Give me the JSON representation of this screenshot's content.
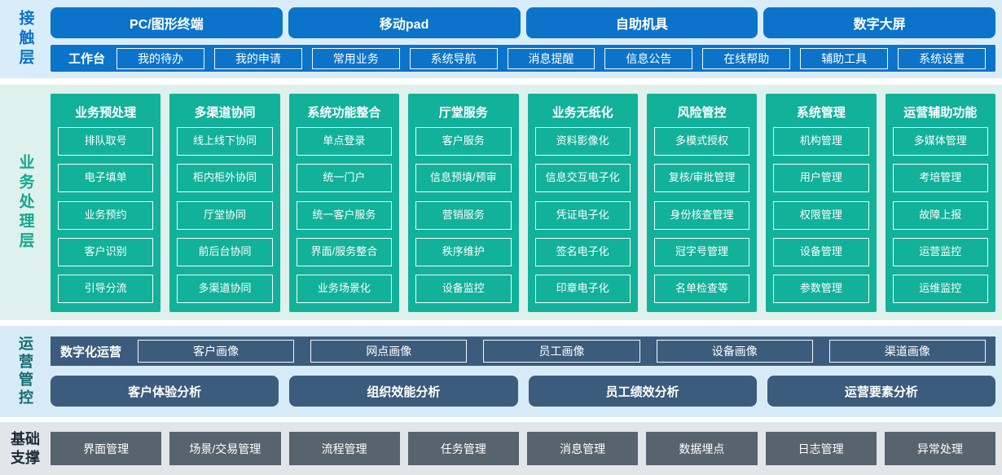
{
  "colors": {
    "accent_blue": "#0b74ca",
    "contact_bg": "#d9ecf9",
    "teal": "#12b199",
    "business_bg": "#def1ec",
    "slate_blue": "#3c5c7e",
    "operations_bg": "#d7ebf7",
    "slate_gray": "#57636e",
    "foundation_bg": "#e3e6e9"
  },
  "contact_layer": {
    "label": "接触层",
    "terminals": [
      "PC/图形终端",
      "移动pad",
      "自助机具",
      "数字大屏"
    ],
    "workbench": {
      "label": "工作台",
      "items": [
        "我的待办",
        "我的申请",
        "常用业务",
        "系统导航",
        "消息提醒",
        "信息公告",
        "在线帮助",
        "辅助工具",
        "系统设置"
      ]
    }
  },
  "business_layer": {
    "label": "业务处理层",
    "columns": [
      {
        "title": "业务预处理",
        "items": [
          "排队取号",
          "电子填单",
          "业务预约",
          "客户识别",
          "引导分流"
        ]
      },
      {
        "title": "多渠道协同",
        "items": [
          "线上线下协同",
          "柜内柜外协同",
          "厅堂协同",
          "前后台协同",
          "多渠道协同"
        ]
      },
      {
        "title": "系统功能整合",
        "items": [
          "单点登录",
          "统一门户",
          "统一客户服务",
          "界面/服务整合",
          "业务场景化"
        ]
      },
      {
        "title": "厅堂服务",
        "items": [
          "客户服务",
          "信息预填/预审",
          "营销服务",
          "秩序维护",
          "设备监控"
        ]
      },
      {
        "title": "业务无纸化",
        "items": [
          "资料影像化",
          "信息交互电子化",
          "凭证电子化",
          "签名电子化",
          "印章电子化"
        ]
      },
      {
        "title": "风险管控",
        "items": [
          "多模式授权",
          "复核/审批管理",
          "身份核查管理",
          "冠字号管理",
          "名单检查等"
        ]
      },
      {
        "title": "系统管理",
        "items": [
          "机构管理",
          "用户管理",
          "权限管理",
          "设备管理",
          "参数管理"
        ]
      },
      {
        "title": "运营辅助功能",
        "items": [
          "多媒体管理",
          "考培管理",
          "故障上报",
          "运营监控",
          "运维监控"
        ]
      }
    ]
  },
  "operations_layer": {
    "label": "运营管控",
    "digital_ops": {
      "label": "数字化运营",
      "items": [
        "客户画像",
        "网点画像",
        "员工画像",
        "设备画像",
        "渠道画像"
      ]
    },
    "analysis": [
      "客户体验分析",
      "组织效能分析",
      "员工绩效分析",
      "运营要素分析"
    ]
  },
  "foundation_layer": {
    "label": "基础支撑",
    "items": [
      "界面管理",
      "场景/交易管理",
      "流程管理",
      "任务管理",
      "消息管理",
      "数据埋点",
      "日志管理",
      "异常处理"
    ]
  }
}
